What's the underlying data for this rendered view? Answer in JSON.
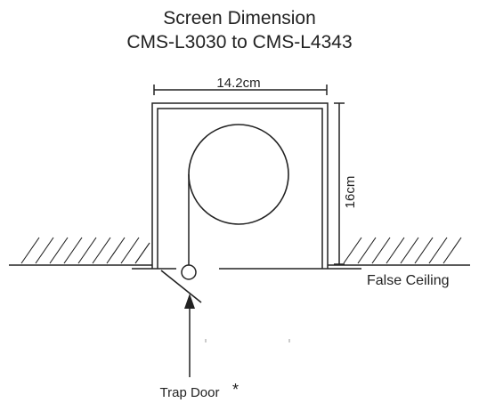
{
  "title": {
    "line1": "Screen Dimension",
    "line2": "CMS-L3030 to CMS-L4343"
  },
  "labels": {
    "width": "14.2cm",
    "height": "16cm",
    "ceiling": "False Ceiling",
    "trap_door": "Trap Door",
    "asterisk": "*"
  },
  "colors": {
    "line": "#222222",
    "background": "#ffffff"
  }
}
